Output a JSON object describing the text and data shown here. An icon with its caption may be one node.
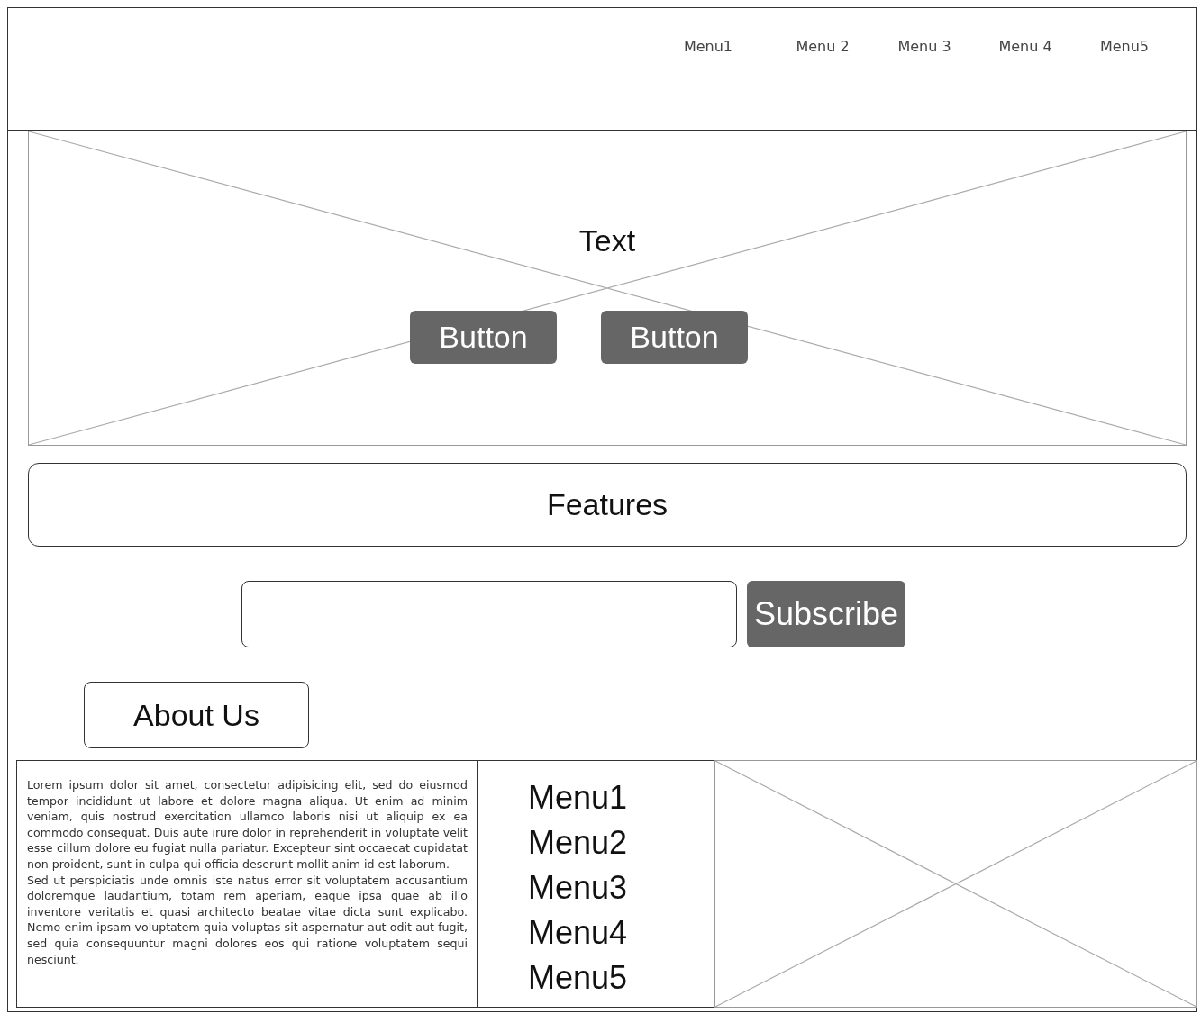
{
  "diagram": {
    "nodes": [
      {
        "text": [
          "Text"
        ]
      },
      {
        "text": [
          "Button"
        ],
        "in": 0
      },
      {
        "text": [
          "Button"
        ],
        "in": 0
      },
      {
        "text": [
          "Features"
        ]
      },
      {
        "text": [],
        "shape": "box"
      },
      {
        "text": [
          "Subscribe"
        ]
      },
      {
        "text": [
          "About Us"
        ]
      },
      {
        "text": [
          "Lorem ipsum dolor sit amet, consectetur adipisicing elit, sed do eiusmod tempor incididunt ut labore et dolore magna aliqua. Ut enim ad minim veniam, quis nostrud exercitation ullamco laboris nisi ut aliquip ex ea commodo consequat. Duis aute irure dolor in reprehenderit in voluptate velit esse cillum dolore eu fugiat nulla pariatur. Excepteur sint occaecat cupidatat non proident, sunt in culpa qui officia deserunt mollit anim id est laborum.",
          "Sed ut perspiciatis unde omnis iste natus error sit voluptatem accusantium doloremque laudantium, totam rem aperiam, eaque ipsa quae ab illo inventore veritatis et quasi architecto beatae vitae dicta sunt explicabo. Nemo enim ipsam voluptatem quia voluptas sit aspernatur aut odit aut fugit, sed quia consequuntur magni dolores eos qui ratione voluptatem sequi nesciunt."
        ]
      },
      {
        "text": [
          "Menu1",
          "Menu2",
          "Menu3",
          "Menu4",
          "Menu5"
        ]
      },
      {
        "text": [],
        "shape": "box"
      }
    ],
    "labels": [
      "Menu1",
      "Menu 2",
      "Menu 3",
      "Menu 4",
      "Menu5"
    ]
  }
}
